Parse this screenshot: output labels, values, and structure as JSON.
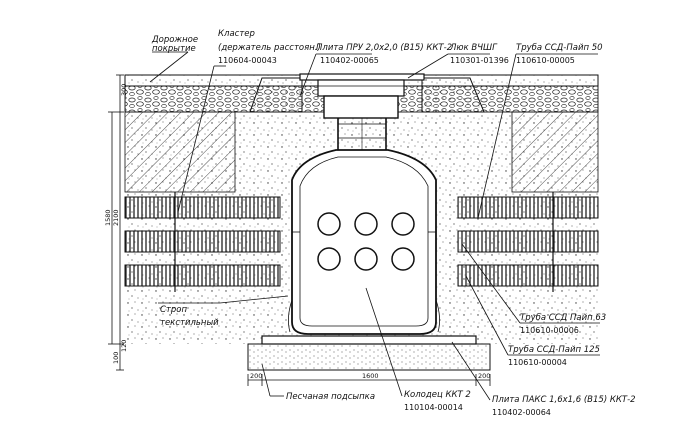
{
  "labels": {
    "road_surface": [
      "Дорожное",
      "покрытие"
    ],
    "cluster": [
      "Кластер",
      "(держатель расстоян.)"
    ],
    "cluster_code": "110604-00043",
    "plate_pru": "Плита ПРУ 2,0х2,0 (В15) ККТ-2",
    "plate_pru_code": "110402-00065",
    "hatch": "Люк ВЧШГ",
    "hatch_code": "110301-01396",
    "pipe50": "Труба ССД-Пайп 50",
    "pipe50_code": "110610-00005",
    "sling": [
      "Строп",
      "текстильный"
    ],
    "pipe63": "Труба ССД Пайп 63",
    "pipe63_code": "110610-00006",
    "pipe125": "Труба ССД-Пайп 125",
    "pipe125_code": "110610-00004",
    "sand": "Песчаная подсыпка",
    "well": "Колодец ККТ 2",
    "well_code": "110104-00014",
    "plate_paks": "Плита ПАКС 1,6х1,6 (В15) ККТ-2",
    "plate_paks_code": "110402-00064"
  },
  "dimensions": {
    "d300": "300",
    "d2100": "2100",
    "d1580": "1580",
    "d100": "100",
    "d120": "120",
    "d200_left": "200",
    "d1600": "1600",
    "d200_right": "200"
  },
  "duct_openings": {
    "top_row": 3,
    "bottom_row": 3
  }
}
